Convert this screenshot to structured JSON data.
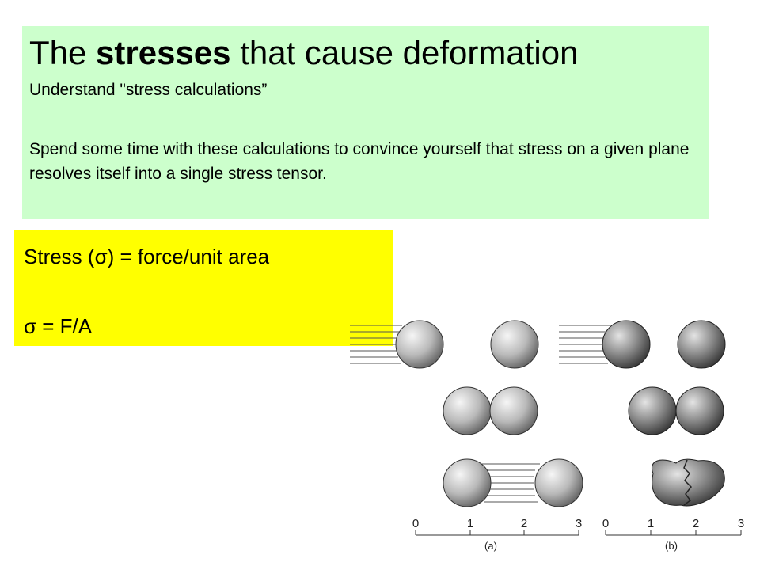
{
  "slide": {
    "title_pre": "The ",
    "title_bold": "stresses",
    "title_post": " that cause deformation",
    "subtitle": "Understand \"stress calculations”",
    "body": "Spend some time with these calculations to convince yourself that stress on a given plane resolves itself into a single stress tensor.",
    "stress_definition": "Stress (σ) = force/unit area",
    "formula": "σ = F/A"
  },
  "figure": {
    "panel_a": {
      "label": "(a)",
      "ticks": [
        "0",
        "1",
        "2",
        "3"
      ]
    },
    "panel_b": {
      "label": "(b)",
      "ticks": [
        "0",
        "1",
        "2",
        "3"
      ]
    }
  }
}
